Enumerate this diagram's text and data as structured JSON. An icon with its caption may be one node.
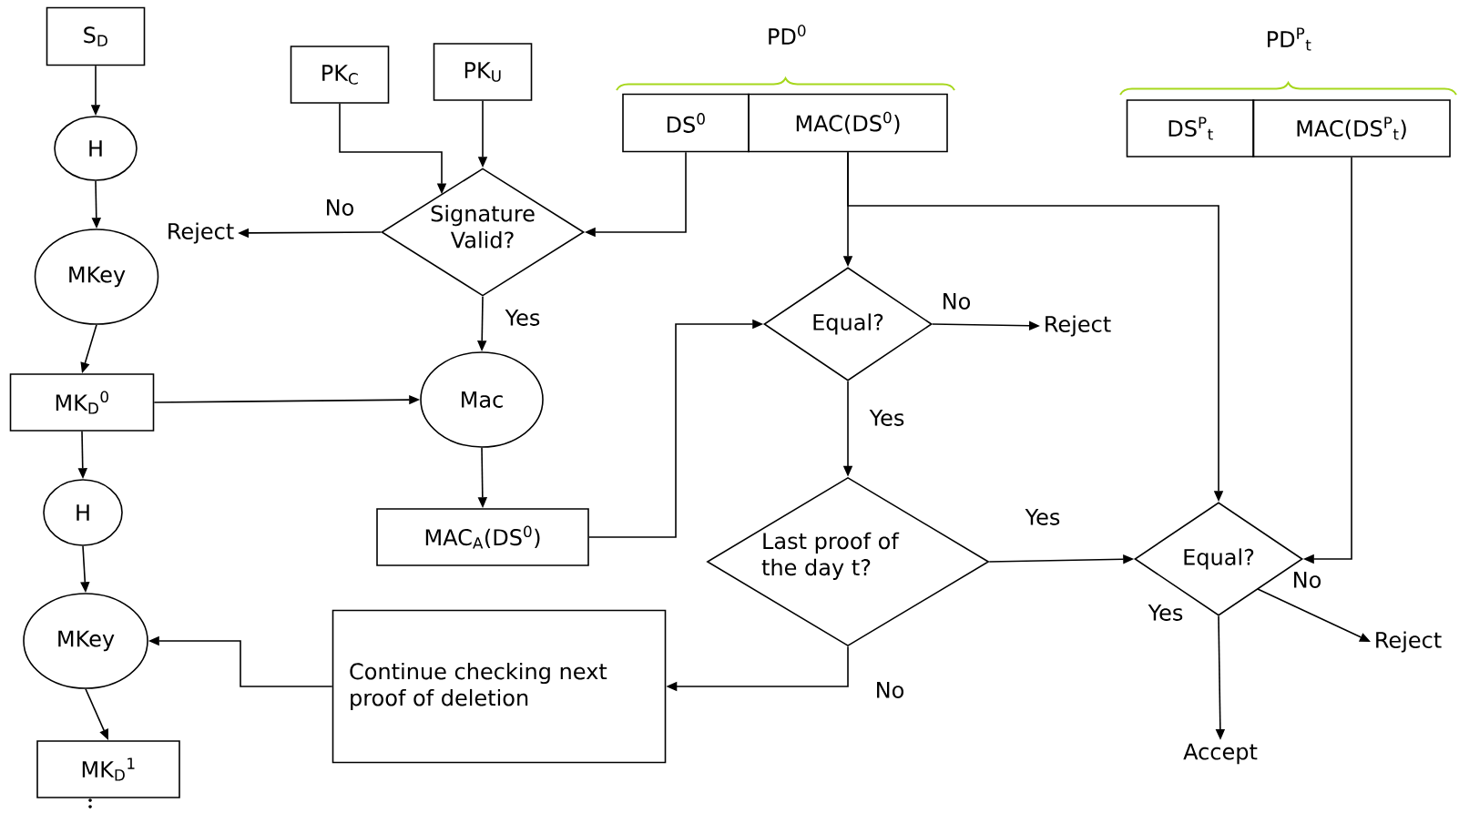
{
  "diagram": {
    "nodes": [
      {
        "text": [
          "S$_{D}$"
        ]
      },
      {
        "text": [
          "H"
        ]
      },
      {
        "text": [
          "MKey"
        ]
      },
      {
        "text": [
          "MK$_{D}$$^{0}$"
        ]
      },
      {
        "text": [
          "H"
        ]
      },
      {
        "text": [
          "MKey"
        ]
      },
      {
        "text": [
          "MK$_{D}$$^{1}$"
        ]
      },
      {
        "text": [
          "PK$_{C}$"
        ]
      },
      {
        "text": [
          "PK$_{U}$"
        ]
      },
      {
        "text": [
          "Signature Valid?"
        ]
      },
      {
        "text": [
          "Reject"
        ]
      },
      {
        "text": [
          "Mac"
        ]
      },
      {
        "text": [
          "MAC$_{A}$(DS$^{0}$)"
        ]
      },
      {
        "text": [
          "Continue checking next proof of deletion"
        ]
      },
      {
        "text": [
          "DS$^{0}$"
        ]
      },
      {
        "text": [
          "MAC(DS$^{0}$)"
        ]
      },
      {
        "text": [
          "Equal?"
        ]
      },
      {
        "text": [
          "Reject"
        ]
      },
      {
        "text": [
          "Last proof of the day t?"
        ]
      },
      {
        "text": [
          "DS$^{P}$$_{t}$"
        ]
      },
      {
        "text": [
          "MAC(DS$^{P}$$_{t}$)"
        ]
      },
      {
        "text": [
          "Equal?"
        ]
      },
      {
        "text": [
          "Reject"
        ]
      },
      {
        "text": [
          "Accept"
        ]
      }
    ],
    "edges": [
      {
        "from": 0,
        "to": 1,
        "arrow": "to"
      },
      {
        "from": 1,
        "to": 2,
        "arrow": "to"
      },
      {
        "from": 2,
        "to": 3,
        "arrow": "to"
      },
      {
        "from": 3,
        "to": 4,
        "arrow": "to"
      },
      {
        "from": 4,
        "to": 5,
        "arrow": "to"
      },
      {
        "from": 5,
        "to": 6,
        "arrow": "to"
      },
      {
        "from": 7,
        "to": 9,
        "arrow": "to"
      },
      {
        "from": 8,
        "to": 9,
        "arrow": "to"
      },
      {
        "from": 14,
        "to": 9,
        "arrow": "to"
      },
      {
        "from": 9,
        "to": 10,
        "arrow": "to",
        "label": "No"
      },
      {
        "from": 9,
        "to": 11,
        "arrow": "to",
        "label": "Yes"
      },
      {
        "from": 3,
        "to": 11,
        "arrow": "to"
      },
      {
        "from": 11,
        "to": 12,
        "arrow": "to"
      },
      {
        "from": 12,
        "to": 16,
        "arrow": "to"
      },
      {
        "from": 15,
        "to": 16,
        "arrow": "to"
      },
      {
        "from": 15,
        "to": 21,
        "arrow": "to"
      },
      {
        "from": 16,
        "to": 17,
        "arrow": "to",
        "label": "No"
      },
      {
        "from": 16,
        "to": 18,
        "arrow": "to",
        "label": "Yes"
      },
      {
        "from": 18,
        "to": 21,
        "arrow": "to",
        "label": "Yes"
      },
      {
        "from": 18,
        "to": 13,
        "arrow": "to",
        "label": "No"
      },
      {
        "from": 13,
        "to": 5,
        "arrow": "to"
      },
      {
        "from": 20,
        "to": 21,
        "arrow": "to"
      },
      {
        "from": 21,
        "to": 22,
        "arrow": "to",
        "label": "No"
      },
      {
        "from": 21,
        "to": 23,
        "arrow": "to",
        "label": "Yes"
      }
    ],
    "labels": [
      "PD$^{0}$",
      "PD$^{P}$$_{t}$"
    ]
  }
}
